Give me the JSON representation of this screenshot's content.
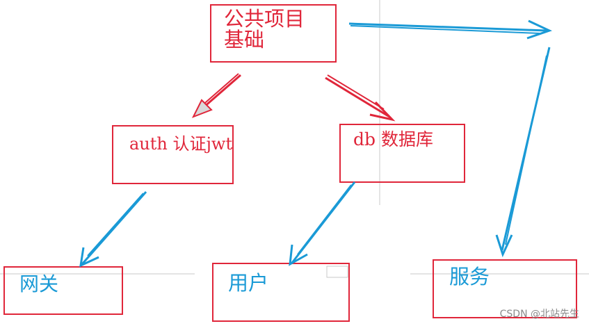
{
  "diagram": {
    "nodes": {
      "common": {
        "label": "公共项目\n基础"
      },
      "auth": {
        "label": "auth 认证jwt"
      },
      "db": {
        "label": "db 数据库"
      },
      "gateway": {
        "label": "网关"
      },
      "user": {
        "label": "用户"
      },
      "service": {
        "label": "服务"
      }
    },
    "edges": [
      {
        "from": "common",
        "to": "auth",
        "color": "#e0263a"
      },
      {
        "from": "common",
        "to": "db",
        "color": "#e0263a"
      },
      {
        "from": "common",
        "to": "service",
        "color": "#1a9ad6"
      },
      {
        "from": "auth",
        "to": "gateway",
        "color": "#1a9ad6"
      },
      {
        "from": "db",
        "to": "user",
        "color": "#1a9ad6"
      }
    ],
    "colors": {
      "box_border": "#e0263a",
      "red_arrow": "#e0263a",
      "blue_arrow": "#1a9ad6"
    }
  },
  "watermark": "CSDN @北站先生"
}
